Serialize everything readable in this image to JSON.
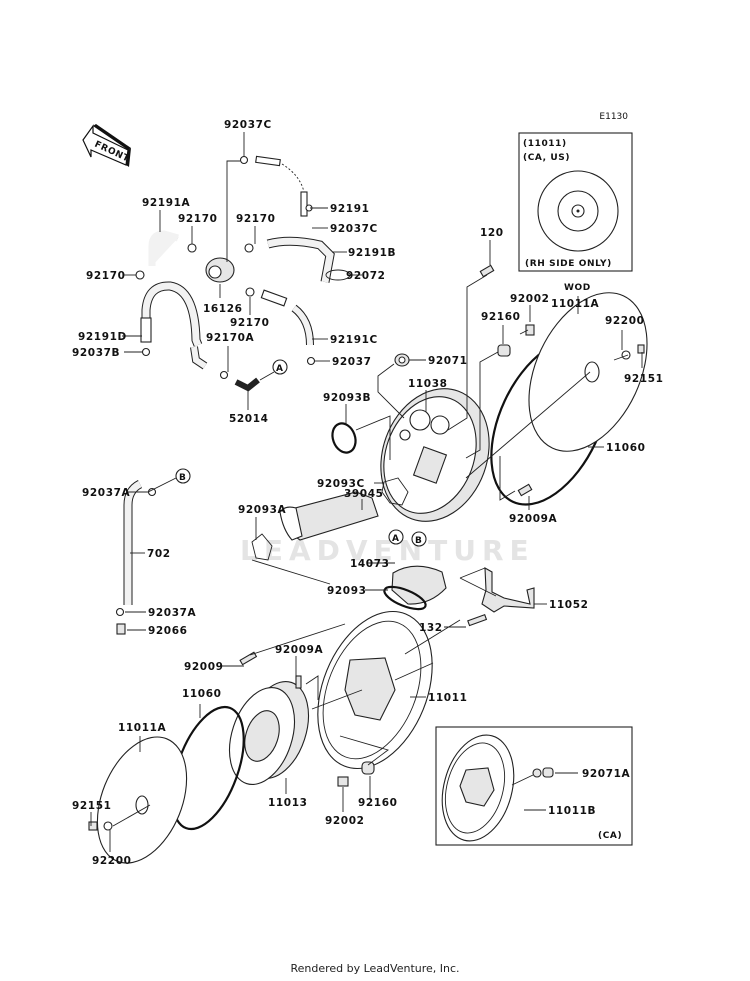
{
  "diagram": {
    "code": "E1130",
    "front_arrow": "FRONT",
    "watermark": "LEADVENTURE",
    "footer": "Rendered by LeadVenture, Inc.",
    "inset_rh": {
      "part_ref": "(11011)",
      "markets": "(CA, US)",
      "note": "(RH SIDE ONLY)"
    },
    "inset_ca": {
      "note": "(CA)",
      "labels": [
        "92071A",
        "11011B"
      ]
    },
    "wod_note": "WOD",
    "connectors": [
      "A",
      "B"
    ],
    "labels": {
      "p92037C_top": "92037C",
      "p92191A": "92191A",
      "p92170_a": "92170",
      "p92170_b": "92170",
      "p92191": "92191",
      "p92037C_mid": "92037C",
      "p92191B": "92191B",
      "p92170_left": "92170",
      "p16126": "16126",
      "p92072": "92072",
      "p92170_c": "92170",
      "p92191D": "92191D",
      "p92170A": "92170A",
      "p92191C": "92191C",
      "p92037B": "92037B",
      "p92037": "92037",
      "p52014": "52014",
      "p120": "120",
      "p92002_top": "92002",
      "p11011A_top": "11011A",
      "p92160_top": "92160",
      "p92200_top": "92200",
      "p92071": "92071",
      "p92151_top": "92151",
      "p11038": "11038",
      "p92093B": "92093B",
      "p11060_top": "11060",
      "p92093C": "92093C",
      "p39045": "39045",
      "p92009A_top": "92009A",
      "p92037A_top": "92037A",
      "p92093A": "92093A",
      "p702": "702",
      "p14073": "14073",
      "p92093": "92093",
      "p11052": "11052",
      "p92037A_bot": "92037A",
      "p92066": "92066",
      "p132": "132",
      "p92009": "92009",
      "p92009A_bot": "92009A",
      "p11060_bot": "11060",
      "p11011": "11011",
      "p11011A_bot": "11011A",
      "p11013": "11013",
      "p92160_bot": "92160",
      "p92002_bot": "92002",
      "p92151_bot": "92151",
      "p92200_bot": "92200"
    }
  }
}
